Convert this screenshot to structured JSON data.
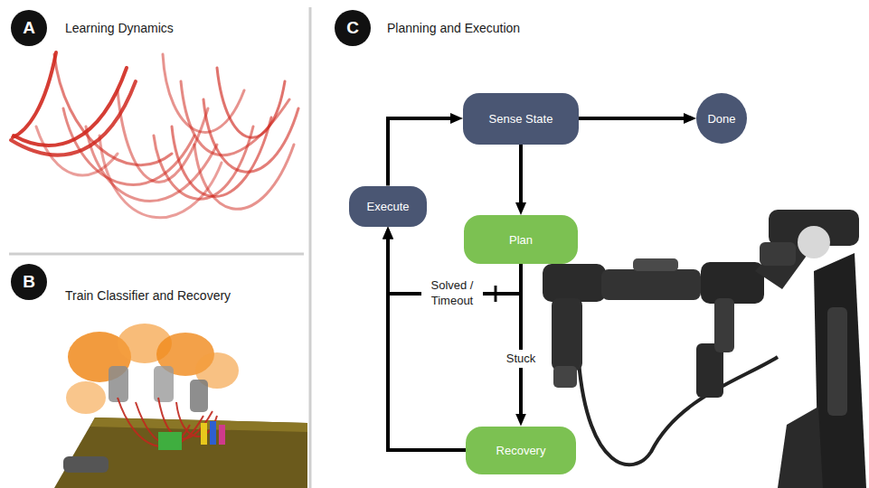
{
  "diagram": {
    "nodes": [
      {
        "text": [
          "A"
        ]
      },
      {
        "text": [
          "B"
        ]
      },
      {
        "text": [
          "C"
        ]
      },
      {
        "text": [
          "Sense State"
        ]
      },
      {
        "text": [
          "Done"
        ]
      },
      {
        "text": [
          "Plan"
        ]
      },
      {
        "text": [
          "Execute"
        ]
      },
      {
        "text": [
          "Recovery"
        ]
      }
    ],
    "edges": [
      {
        "from": 3,
        "to": 4,
        "arrow": "to"
      },
      {
        "from": 3,
        "to": 5,
        "arrow": "to"
      },
      {
        "from": 5,
        "to": 6,
        "label": "Solved / Timeout",
        "arrow": "to"
      },
      {
        "from": 5,
        "to": 7,
        "label": "Stuck",
        "arrow": "to"
      },
      {
        "from": 7,
        "to": 6,
        "arrow": "to"
      },
      {
        "from": 6,
        "to": 3,
        "arrow": "to"
      }
    ],
    "labels": [
      "Learning Dynamics",
      "Train Classifier and Recovery",
      "Planning and Execution"
    ]
  }
}
